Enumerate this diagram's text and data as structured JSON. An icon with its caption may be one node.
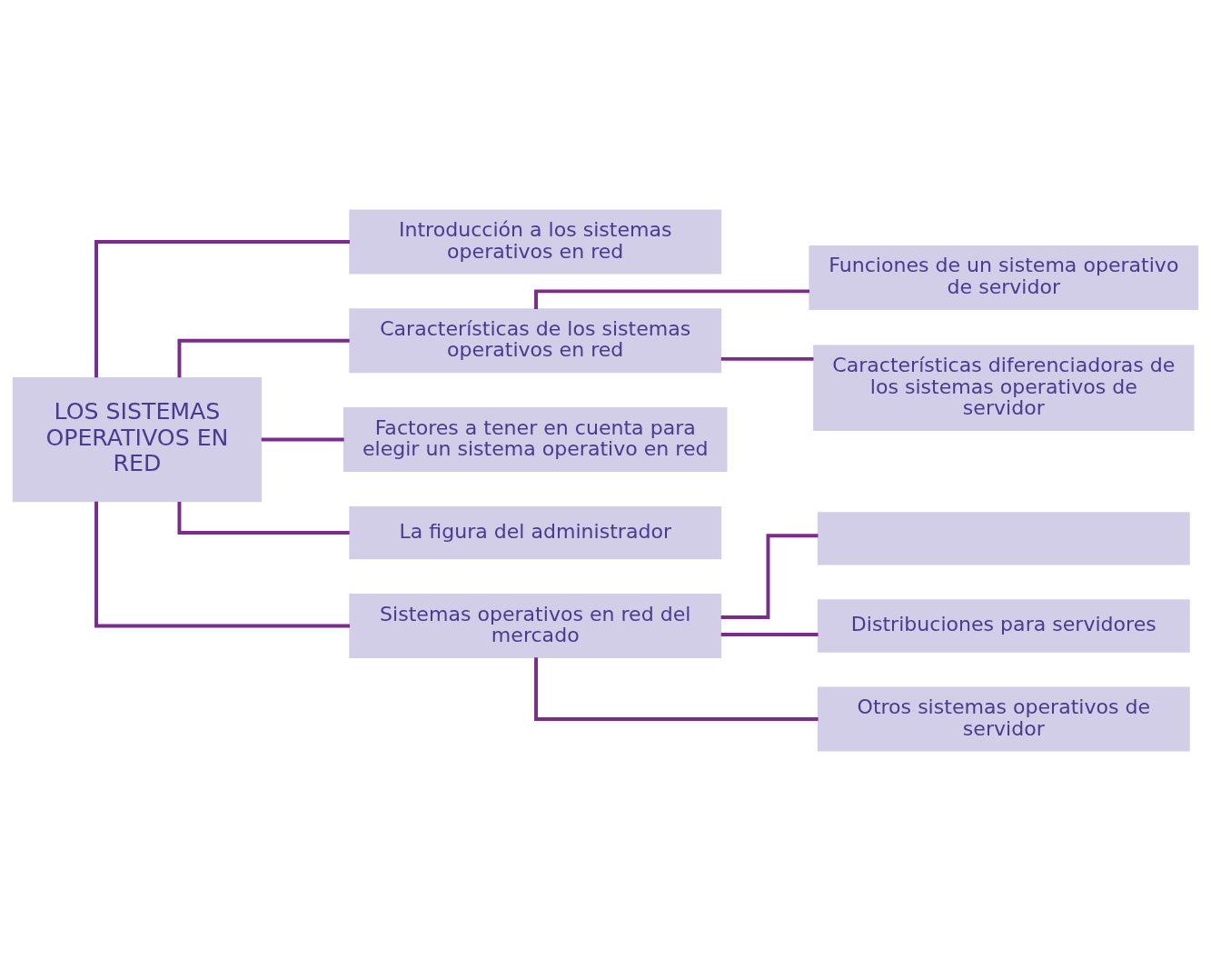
{
  "diagram": {
    "nodes": [
      {
        "text": [
          "LOS SISTEMAS OPERATIVOS EN RED"
        ]
      },
      {
        "text": [
          "Introducción a los sistemas operativos en red"
        ]
      },
      {
        "text": [
          "Características de los sistemas operativos en red"
        ]
      },
      {
        "text": [
          "Funciones de un sistema operativo de servidor"
        ]
      },
      {
        "text": [
          "Características diferenciadoras de los sistemas operativos de servidor"
        ]
      },
      {
        "text": [
          "Factores a tener en cuenta para elegir un sistema operativo en red"
        ]
      },
      {
        "text": [
          "La figura del administrador"
        ]
      },
      {
        "text": [
          "Sistemas operativos en red del mercado"
        ]
      },
      {
        "text": [],
        "shape": "box"
      },
      {
        "text": [
          "Distribuciones para servidores"
        ]
      },
      {
        "text": [
          "Otros sistemas operativos de servidor"
        ]
      }
    ],
    "edges": [
      {
        "from": 0,
        "to": 1,
        "arrow": "none"
      },
      {
        "from": 0,
        "to": 2,
        "arrow": "none"
      },
      {
        "from": 0,
        "to": 5,
        "arrow": "none"
      },
      {
        "from": 0,
        "to": 6,
        "arrow": "none"
      },
      {
        "from": 0,
        "to": 7,
        "arrow": "none"
      },
      {
        "from": 2,
        "to": 3,
        "arrow": "none"
      },
      {
        "from": 2,
        "to": 4,
        "arrow": "none"
      },
      {
        "from": 7,
        "to": 8,
        "arrow": "none"
      },
      {
        "from": 7,
        "to": 9,
        "arrow": "none"
      },
      {
        "from": 7,
        "to": 10,
        "arrow": "none"
      }
    ]
  }
}
